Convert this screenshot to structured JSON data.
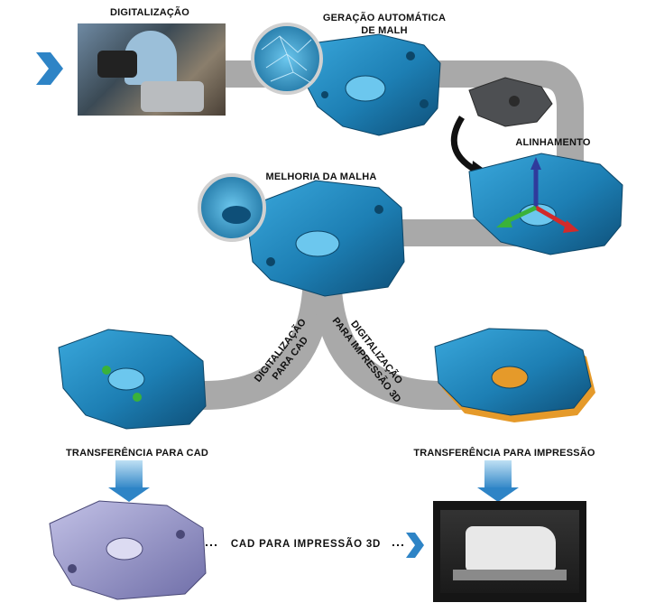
{
  "steps": {
    "digitalizacao": "DIGITALIZAÇÃO",
    "geracao_line1": "GERAÇÃO AUTOMÁTICA",
    "geracao_line2": "DE MALH",
    "alinhamento": "ALINHAMENTO",
    "melhoria": "MELHORIA DA MALHA",
    "transf_cad": "TRANSFERÊNCIA PARA CAD",
    "transf_impressao": "TRANSFERÊNCIA PARA IMPRESSÃO",
    "cad_impressao": "CAD PARA IMPRESSÃO 3D"
  },
  "paths": {
    "left_line1": "DIGITALIZAÇÃO",
    "left_line2": "PARA CAD",
    "right_line1": "DIGITALIZAÇÃO",
    "right_line2": "PARA IMPRESSÃO 3D"
  },
  "colors": {
    "part_blue": "#1d7fb4",
    "path_gray": "#a6a6a6",
    "arrow_blue": "#2e84c6",
    "cad_purple": "#9d9ccb",
    "print_orange": "#e59a2a"
  }
}
